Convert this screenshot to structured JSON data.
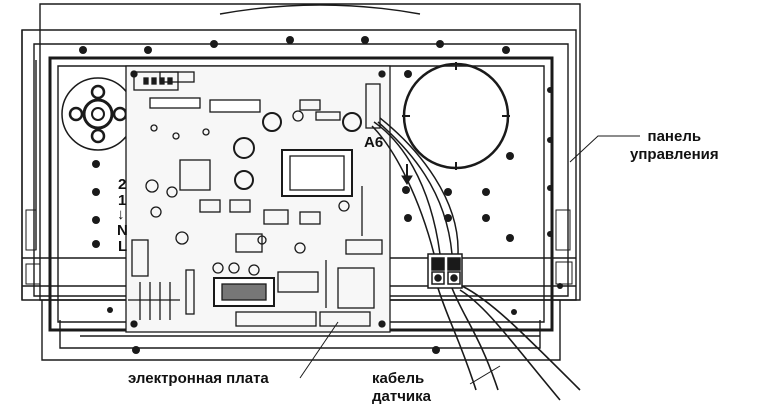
{
  "labels": {
    "control_panel": "панель\nуправления",
    "pcb": "электронная плата",
    "sensor_cable": "кабель\nдатчика",
    "connector_a6": "A6",
    "terminal_2": "2",
    "terminal_1": "1",
    "terminal_n": "N",
    "terminal_l": "L",
    "arrow_down": "↓"
  },
  "colors": {
    "line": "#1a1a1a",
    "panel_fill": "#ffffff",
    "pcb_fill": "#f7f7f7"
  }
}
